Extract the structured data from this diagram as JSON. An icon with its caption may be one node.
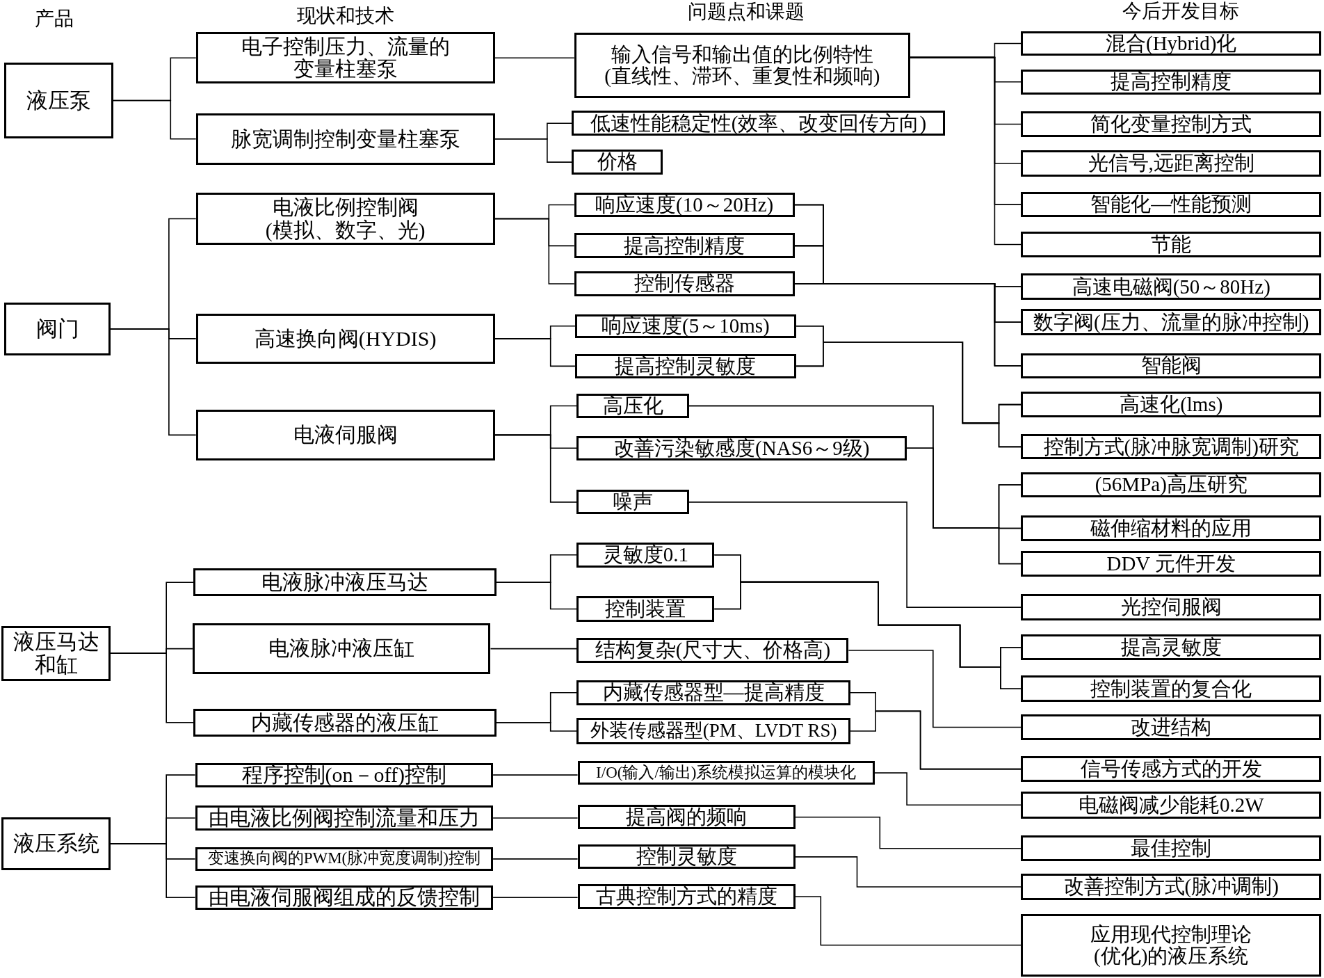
{
  "diagram": {
    "nodes": [
      {
        "text": [
          "液压泵"
        ]
      },
      {
        "text": [
          "阀门"
        ]
      },
      {
        "text": [
          "液压马达和缸"
        ]
      },
      {
        "text": [
          "液压系统"
        ]
      },
      {
        "text": [
          "电子控制压力、流量的变量柱塞泵"
        ]
      },
      {
        "text": [
          "脉宽调制控制变量柱塞泵"
        ]
      },
      {
        "text": [
          "电液比例控制阀(模拟、数字、光)"
        ]
      },
      {
        "text": [
          "高速换向阀(HYDIS)"
        ]
      },
      {
        "text": [
          "电液伺服阀"
        ]
      },
      {
        "text": [
          "电液脉冲液压马达"
        ]
      },
      {
        "text": [
          "电液脉冲液压缸"
        ]
      },
      {
        "text": [
          "内藏传感器的液压缸"
        ]
      },
      {
        "text": [
          "程序控制(on－off)控制"
        ]
      },
      {
        "text": [
          "由电液比例阀控制流量和压力"
        ]
      },
      {
        "text": [
          "变速换向阀的PWM(脉冲宽度调制)控制"
        ]
      },
      {
        "text": [
          "由电液伺服阀组成的反馈控制"
        ]
      },
      {
        "text": [
          "输入信号和输出值的比例特性(直线性、滞环、重复性和频响)"
        ]
      },
      {
        "text": [
          "低速性能稳定性(效率、改变回传方向)"
        ]
      },
      {
        "text": [
          "价格"
        ]
      },
      {
        "text": [
          "响应速度(10～20Hz)"
        ]
      },
      {
        "text": [
          "提高控制精度"
        ]
      },
      {
        "text": [
          "控制传感器"
        ]
      },
      {
        "text": [
          "响应速度(5～10ms)"
        ]
      },
      {
        "text": [
          "提高控制灵敏度"
        ]
      },
      {
        "text": [
          "高压化"
        ]
      },
      {
        "text": [
          "改善污染敏感度(NAS6～9级)"
        ]
      },
      {
        "text": [
          "噪声"
        ]
      },
      {
        "text": [
          "灵敏度0.1"
        ]
      },
      {
        "text": [
          "控制装置"
        ]
      },
      {
        "text": [
          "结构复杂(尺寸大、价格高)"
        ]
      },
      {
        "text": [
          "内藏传感器型—提高精度"
        ]
      },
      {
        "text": [
          "外装传感器型(PM、LVDT RS)"
        ]
      },
      {
        "text": [
          "I/O(输入/输出)系统模拟运算的模块化"
        ]
      },
      {
        "text": [
          "提高阀的频响"
        ]
      },
      {
        "text": [
          "控制灵敏度"
        ]
      },
      {
        "text": [
          "古典控制方式的精度"
        ]
      },
      {
        "text": [
          "混合(Hybrid)化"
        ]
      },
      {
        "text": [
          "提高控制精度"
        ]
      },
      {
        "text": [
          "简化变量控制方式"
        ]
      },
      {
        "text": [
          "光信号,远距离控制"
        ]
      },
      {
        "text": [
          "智能化—性能预测"
        ]
      },
      {
        "text": [
          "节能"
        ]
      },
      {
        "text": [
          "高速电磁阀(50～80Hz)"
        ]
      },
      {
        "text": [
          "数字阀(压力、流量的脉冲控制)"
        ]
      },
      {
        "text": [
          "智能阀"
        ]
      },
      {
        "text": [
          "高速化(lms)"
        ]
      },
      {
        "text": [
          "控制方式(脉冲脉宽调制)研究"
        ]
      },
      {
        "text": [
          "(56MPa)高压研究"
        ]
      },
      {
        "text": [
          "磁伸缩材料的应用"
        ]
      },
      {
        "text": [
          "DDV 元件开发"
        ]
      },
      {
        "text": [
          "光控伺服阀"
        ]
      },
      {
        "text": [
          "提高灵敏度"
        ]
      },
      {
        "text": [
          "控制装置的复合化"
        ]
      },
      {
        "text": [
          "改进结构"
        ]
      },
      {
        "text": [
          "信号传感方式的开发"
        ]
      },
      {
        "text": [
          "电磁阀减少能耗0.2W"
        ]
      },
      {
        "text": [
          "最佳控制"
        ]
      },
      {
        "text": [
          "改善控制方式(脉冲调制)"
        ]
      },
      {
        "text": [
          "应用现代控制理论(优化)的液压系统"
        ]
      }
    ],
    "edges": [
      {
        "from": 0,
        "to": 4,
        "arrow": "none"
      },
      {
        "from": 0,
        "to": 5,
        "arrow": "none"
      },
      {
        "from": 1,
        "to": 6,
        "arrow": "none"
      },
      {
        "from": 1,
        "to": 7,
        "arrow": "none"
      },
      {
        "from": 1,
        "to": 8,
        "arrow": "none"
      },
      {
        "from": 2,
        "to": 9,
        "arrow": "none"
      },
      {
        "from": 2,
        "to": 10,
        "arrow": "none"
      },
      {
        "from": 2,
        "to": 11,
        "arrow": "none"
      },
      {
        "from": 3,
        "to": 12,
        "arrow": "none"
      },
      {
        "from": 3,
        "to": 13,
        "arrow": "none"
      },
      {
        "from": 3,
        "to": 14,
        "arrow": "none"
      },
      {
        "from": 3,
        "to": 15,
        "arrow": "none"
      },
      {
        "from": 4,
        "to": 16,
        "arrow": "none"
      },
      {
        "from": 5,
        "to": 17,
        "arrow": "none"
      },
      {
        "from": 5,
        "to": 18,
        "arrow": "none"
      },
      {
        "from": 6,
        "to": 19,
        "arrow": "none"
      },
      {
        "from": 6,
        "to": 20,
        "arrow": "none"
      },
      {
        "from": 6,
        "to": 21,
        "arrow": "none"
      },
      {
        "from": 7,
        "to": 22,
        "arrow": "none"
      },
      {
        "from": 7,
        "to": 23,
        "arrow": "none"
      },
      {
        "from": 8,
        "to": 24,
        "arrow": "none"
      },
      {
        "from": 8,
        "to": 25,
        "arrow": "none"
      },
      {
        "from": 8,
        "to": 26,
        "arrow": "none"
      },
      {
        "from": 9,
        "to": 27,
        "arrow": "none"
      },
      {
        "from": 9,
        "to": 28,
        "arrow": "none"
      },
      {
        "from": 10,
        "to": 29,
        "arrow": "none"
      },
      {
        "from": 11,
        "to": 30,
        "arrow": "none"
      },
      {
        "from": 11,
        "to": 31,
        "arrow": "none"
      },
      {
        "from": 12,
        "to": 32,
        "arrow": "none"
      },
      {
        "from": 13,
        "to": 33,
        "arrow": "none"
      },
      {
        "from": 14,
        "to": 34,
        "arrow": "none"
      },
      {
        "from": 15,
        "to": 35,
        "arrow": "none"
      },
      {
        "from": 16,
        "to": 36,
        "arrow": "none"
      },
      {
        "from": 16,
        "to": 37,
        "arrow": "none"
      },
      {
        "from": 16,
        "to": 38,
        "arrow": "none"
      },
      {
        "from": 16,
        "to": 39,
        "arrow": "none"
      },
      {
        "from": 16,
        "to": 40,
        "arrow": "none"
      },
      {
        "from": 16,
        "to": 41,
        "arrow": "none"
      },
      {
        "from": 19,
        "to": 42,
        "arrow": "none"
      },
      {
        "from": 19,
        "to": 43,
        "arrow": "none"
      },
      {
        "from": 19,
        "to": 44,
        "arrow": "none"
      },
      {
        "from": 20,
        "to": 42,
        "arrow": "none"
      },
      {
        "from": 20,
        "to": 43,
        "arrow": "none"
      },
      {
        "from": 20,
        "to": 44,
        "arrow": "none"
      },
      {
        "from": 21,
        "to": 42,
        "arrow": "none"
      },
      {
        "from": 21,
        "to": 43,
        "arrow": "none"
      },
      {
        "from": 21,
        "to": 44,
        "arrow": "none"
      },
      {
        "from": 22,
        "to": 45,
        "arrow": "none"
      },
      {
        "from": 22,
        "to": 46,
        "arrow": "none"
      },
      {
        "from": 23,
        "to": 45,
        "arrow": "none"
      },
      {
        "from": 23,
        "to": 46,
        "arrow": "none"
      },
      {
        "from": 24,
        "to": 47,
        "arrow": "none"
      },
      {
        "from": 24,
        "to": 48,
        "arrow": "none"
      },
      {
        "from": 24,
        "to": 49,
        "arrow": "none"
      },
      {
        "from": 25,
        "to": 47,
        "arrow": "none"
      },
      {
        "from": 25,
        "to": 48,
        "arrow": "none"
      },
      {
        "from": 25,
        "to": 49,
        "arrow": "none"
      },
      {
        "from": 26,
        "to": 50,
        "arrow": "none"
      },
      {
        "from": 27,
        "to": 51,
        "arrow": "none"
      },
      {
        "from": 27,
        "to": 52,
        "arrow": "none"
      },
      {
        "from": 28,
        "to": 51,
        "arrow": "none"
      },
      {
        "from": 28,
        "to": 52,
        "arrow": "none"
      },
      {
        "from": 29,
        "to": 53,
        "arrow": "none"
      },
      {
        "from": 30,
        "to": 54,
        "arrow": "none"
      },
      {
        "from": 31,
        "to": 54,
        "arrow": "none"
      },
      {
        "from": 32,
        "to": 55,
        "arrow": "none"
      },
      {
        "from": 33,
        "to": 56,
        "arrow": "none"
      },
      {
        "from": 34,
        "to": 57,
        "arrow": "none"
      },
      {
        "from": 35,
        "to": 58,
        "arrow": "none"
      }
    ],
    "labels": [
      "产品",
      "现状和技术",
      "问题点和课题",
      "今后开发目标"
    ]
  }
}
